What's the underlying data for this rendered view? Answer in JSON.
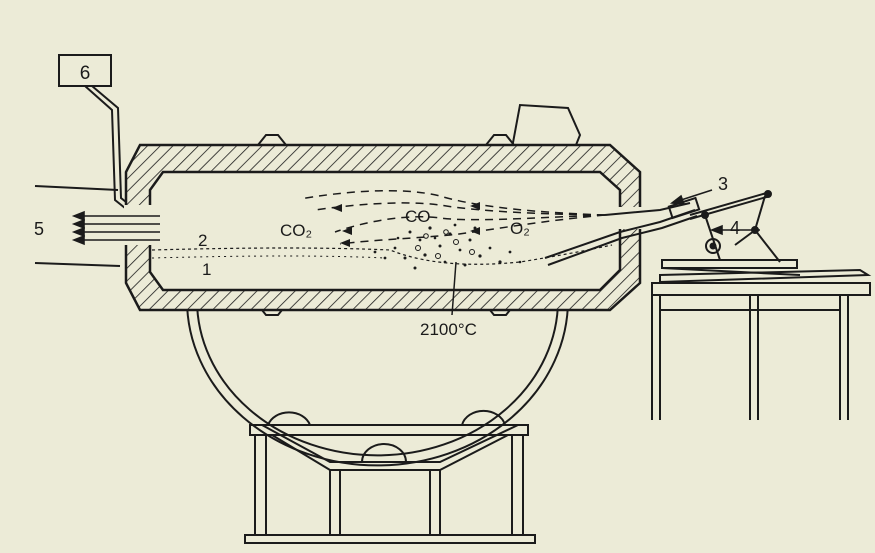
{
  "labels": {
    "box": "6",
    "exhaust": "5",
    "oxygen_lance": "3",
    "mechanism": "4",
    "slag": "2",
    "metal": "1",
    "co2": "CO₂",
    "co": "CO",
    "o2": "O₂",
    "temperature": "2100°C"
  },
  "colors": {
    "paper": "#ecebd7",
    "ink": "#1b1b1b"
  }
}
